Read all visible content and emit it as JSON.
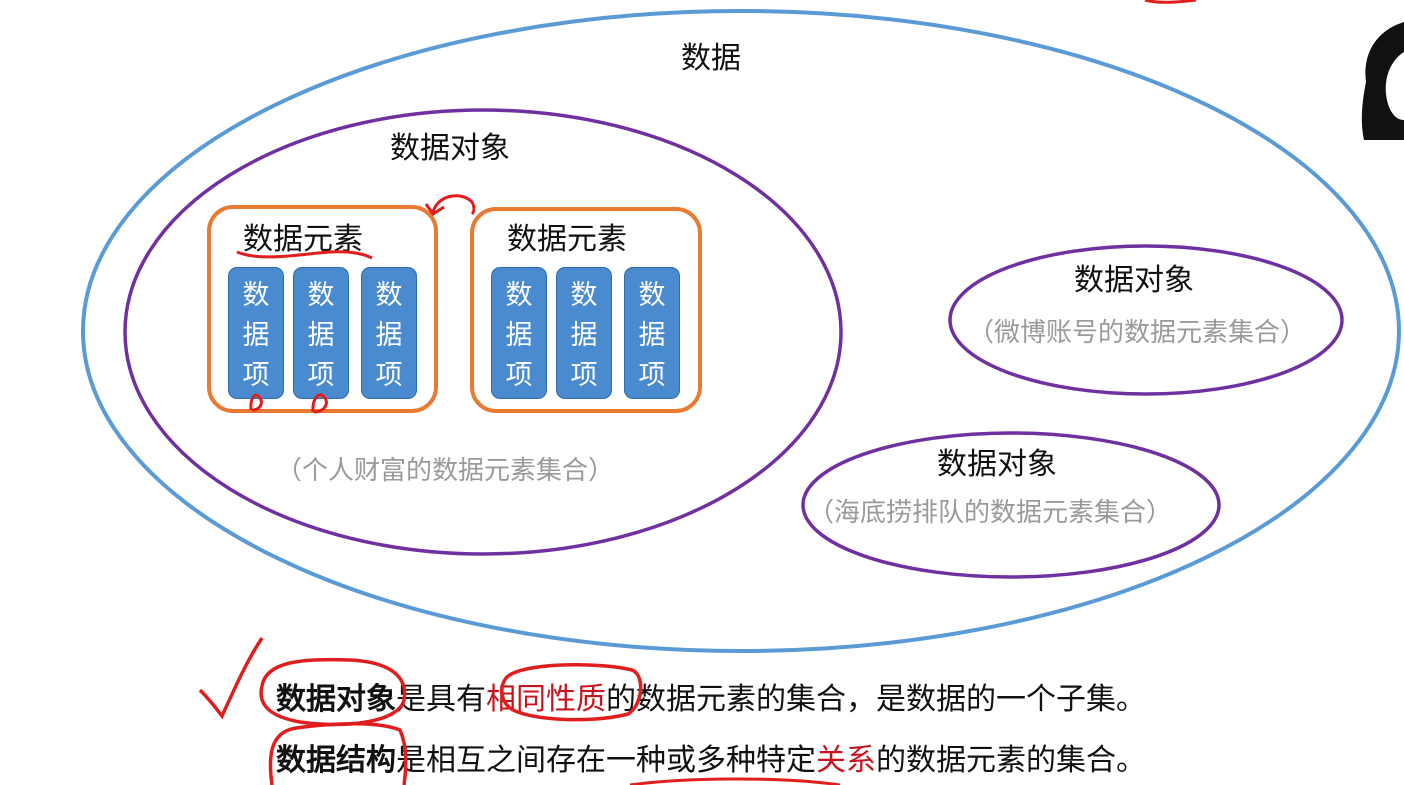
{
  "diagram": {
    "outer_label": "数据",
    "main_object": {
      "label": "数据对象",
      "note": "（个人财富的数据元素集合）",
      "elements": [
        {
          "label": "数据元素",
          "items": [
            "数据项",
            "数据项",
            "数据项"
          ]
        },
        {
          "label": "数据元素",
          "items": [
            "数据项",
            "数据项",
            "数据项"
          ]
        }
      ]
    },
    "weibo_object": {
      "label": "数据对象",
      "note": "（微博账号的数据元素集合）"
    },
    "queue_object": {
      "label": "数据对象",
      "note": "（海底捞排队的数据元素集合）"
    }
  },
  "definitions": {
    "line1": {
      "term": "数据对象",
      "part1": "是具有",
      "highlight": "相同性质",
      "part2": "的数据元素的集合，是数据的一个子集。"
    },
    "line2": {
      "term": "数据结构",
      "part1": "是相互之间存在一种或多种特定",
      "highlight": "关系",
      "part2": "的数据元素的集合。"
    }
  },
  "colors": {
    "outer_ellipse": "#5b9bd5",
    "object_ellipse": "#7030a0",
    "element_box": "#e87a32",
    "data_item": "#4a8bd0",
    "annotation_red": "#e01e1e",
    "highlight_text": "#c8141e"
  }
}
